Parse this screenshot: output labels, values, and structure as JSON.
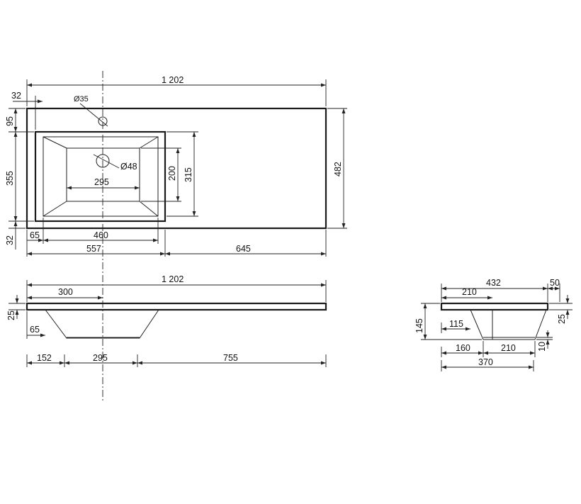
{
  "top_view": {
    "overall_width": "1 202",
    "left_offset": "32",
    "tap_hole": "Ø35",
    "tap_offset": "95",
    "bowl_outer_height": "355",
    "front_offset": "32",
    "depth": "482",
    "drain": "Ø48",
    "bowl_inner_height": "200",
    "bowl_outer_height2": "315",
    "bowl_inner_width": "295",
    "bowl_left_offset": "65",
    "bowl_width": "460",
    "left_section": "557",
    "right_section": "645"
  },
  "front_view": {
    "overall_width": "1 202",
    "center_offset": "300",
    "thickness": "25",
    "bowl_offset": "65",
    "bottom_left": "152",
    "bottom_width": "295",
    "bottom_right": "755"
  },
  "side_view": {
    "top_width": "432",
    "back_lip": "50",
    "center_offset": "210",
    "height": "145",
    "thickness": "25",
    "bowl_offset": "115",
    "bottom_offset": "160",
    "bottom_width": "210",
    "bottom_thickness": "10",
    "bottom_total": "370"
  }
}
